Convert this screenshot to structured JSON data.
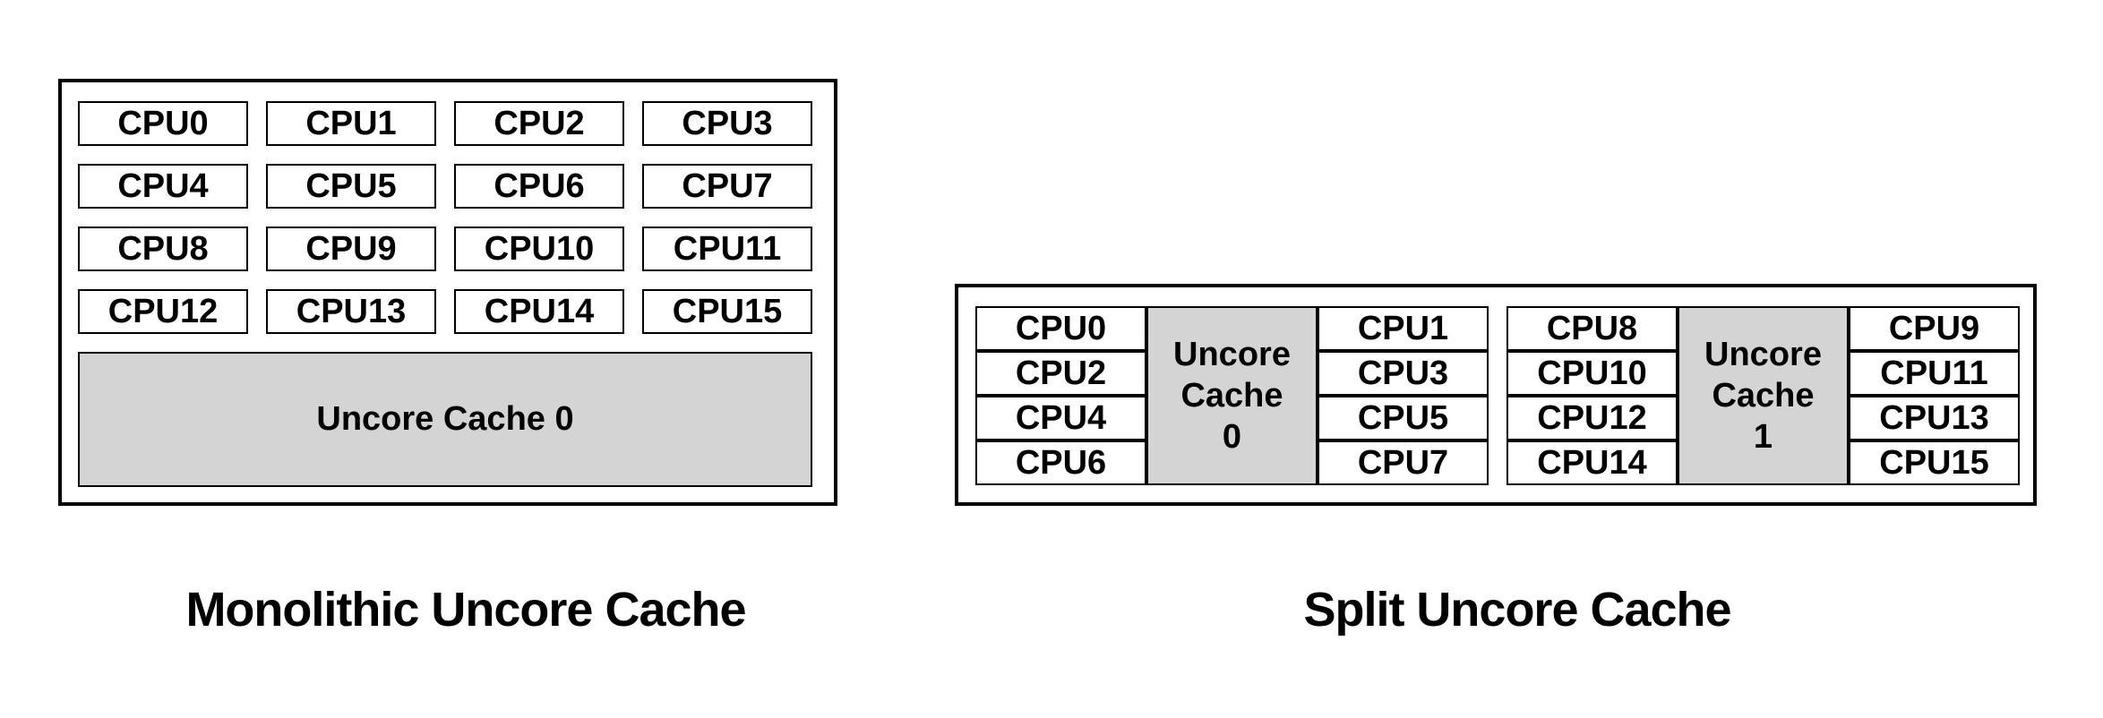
{
  "colors": {
    "background": "#ffffff",
    "border": "#000000",
    "cpu_fill": "#ffffff",
    "cache_fill": "#d4d4d4",
    "text": "#000000"
  },
  "monolithic": {
    "caption": "Monolithic Uncore Cache",
    "cpus": [
      "CPU0",
      "CPU1",
      "CPU2",
      "CPU3",
      "CPU4",
      "CPU5",
      "CPU6",
      "CPU7",
      "CPU8",
      "CPU9",
      "CPU10",
      "CPU11",
      "CPU12",
      "CPU13",
      "CPU14",
      "CPU15"
    ],
    "uncore_label": "Uncore Cache 0"
  },
  "split": {
    "caption": "Split Uncore Cache",
    "clusters": [
      {
        "left_cpus": [
          "CPU0",
          "CPU2",
          "CPU4",
          "CPU6"
        ],
        "uncore_lines": [
          "Uncore",
          "Cache",
          "0"
        ],
        "right_cpus": [
          "CPU1",
          "CPU3",
          "CPU5",
          "CPU7"
        ]
      },
      {
        "left_cpus": [
          "CPU8",
          "CPU10",
          "CPU12",
          "CPU14"
        ],
        "uncore_lines": [
          "Uncore",
          "Cache",
          "1"
        ],
        "right_cpus": [
          "CPU9",
          "CPU11",
          "CPU13",
          "CPU15"
        ]
      }
    ]
  }
}
